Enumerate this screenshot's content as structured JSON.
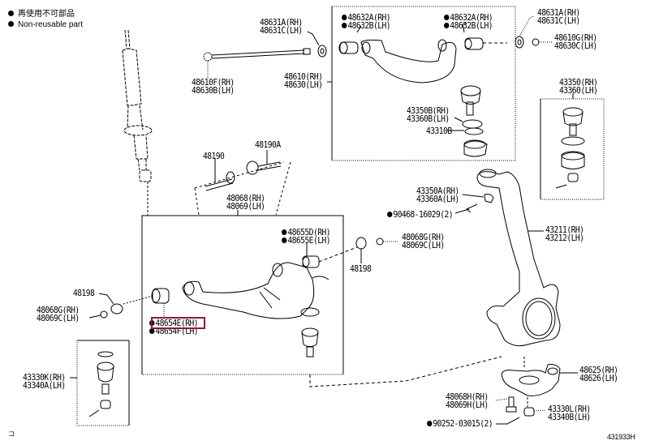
{
  "legend": {
    "items": [
      {
        "icon": "filled-circle-icon",
        "text": "再使用不可部品"
      },
      {
        "icon": "filled-circle-icon",
        "text": "Non-reusable part"
      }
    ]
  },
  "diagram_code": "431933H",
  "corner_mark": "コ",
  "highlight_color": "#8b1a3c",
  "highlighted_part": "48654E(RH)",
  "callouts": [
    {
      "id": "c1",
      "lines": [
        "48631A(RH)",
        "48631C(LH)"
      ],
      "non_reusable": false
    },
    {
      "id": "c2",
      "lines": [
        "48610F(RH)",
        "48630B(LH)"
      ],
      "non_reusable": false
    },
    {
      "id": "c3",
      "lines": [
        "48610(RH)",
        "48630(LH)"
      ],
      "non_reusable": false
    },
    {
      "id": "c4",
      "lines": [
        "48632A(RH)",
        "48632B(LH)"
      ],
      "non_reusable": true
    },
    {
      "id": "c5",
      "lines": [
        "48632A(RH)",
        "48632B(LH)"
      ],
      "non_reusable": true
    },
    {
      "id": "c6",
      "lines": [
        "48631A(RH)",
        "48631C(LH)"
      ],
      "non_reusable": false
    },
    {
      "id": "c7",
      "lines": [
        "48610G(RH)",
        "48630C(LH)"
      ],
      "non_reusable": false
    },
    {
      "id": "c8",
      "lines": [
        "43350B(RH)",
        "43360B(LH)"
      ],
      "non_reusable": false
    },
    {
      "id": "c9",
      "lines": [
        "43310B"
      ],
      "non_reusable": false
    },
    {
      "id": "c10",
      "lines": [
        "43350(RH)",
        "43360(LH)"
      ],
      "non_reusable": false
    },
    {
      "id": "c11",
      "lines": [
        "48190"
      ],
      "non_reusable": false
    },
    {
      "id": "c12",
      "lines": [
        "48190A"
      ],
      "non_reusable": false
    },
    {
      "id": "c13",
      "lines": [
        "48068(RH)",
        "48069(LH)"
      ],
      "non_reusable": false
    },
    {
      "id": "c14",
      "lines": [
        "43350A(RH)",
        "43360A(LH)"
      ],
      "non_reusable": false
    },
    {
      "id": "c15",
      "lines": [
        "90468-16029(2)"
      ],
      "non_reusable": true
    },
    {
      "id": "c16",
      "lines": [
        "48655D(RH)",
        "48655E(LH)"
      ],
      "non_reusable": true
    },
    {
      "id": "c17",
      "lines": [
        "48068G(RH)",
        "48069C(LH)"
      ],
      "non_reusable": false
    },
    {
      "id": "c18",
      "lines": [
        "48198"
      ],
      "non_reusable": false
    },
    {
      "id": "c19",
      "lines": [
        "43211(RH)",
        "43212(LH)"
      ],
      "non_reusable": false
    },
    {
      "id": "c20",
      "lines": [
        "48198"
      ],
      "non_reusable": false
    },
    {
      "id": "c21",
      "lines": [
        "48068G(RH)",
        "48069C(LH)"
      ],
      "non_reusable": false
    },
    {
      "id": "c22",
      "lines": [
        "48654E(RH)",
        "48654F(LH)"
      ],
      "non_reusable": true
    },
    {
      "id": "c23",
      "lines": [
        "43330K(RH)",
        "43340A(LH)"
      ],
      "non_reusable": false
    },
    {
      "id": "c24",
      "lines": [
        "48625(RH)",
        "48626(LH)"
      ],
      "non_reusable": false
    },
    {
      "id": "c25",
      "lines": [
        "48068H(RH)",
        "48069H(LH)"
      ],
      "non_reusable": false
    },
    {
      "id": "c26",
      "lines": [
        "43330L(RH)",
        "43340B(LH)"
      ],
      "non_reusable": false
    },
    {
      "id": "c27",
      "lines": [
        "90252-03015(2)"
      ],
      "non_reusable": true
    }
  ]
}
